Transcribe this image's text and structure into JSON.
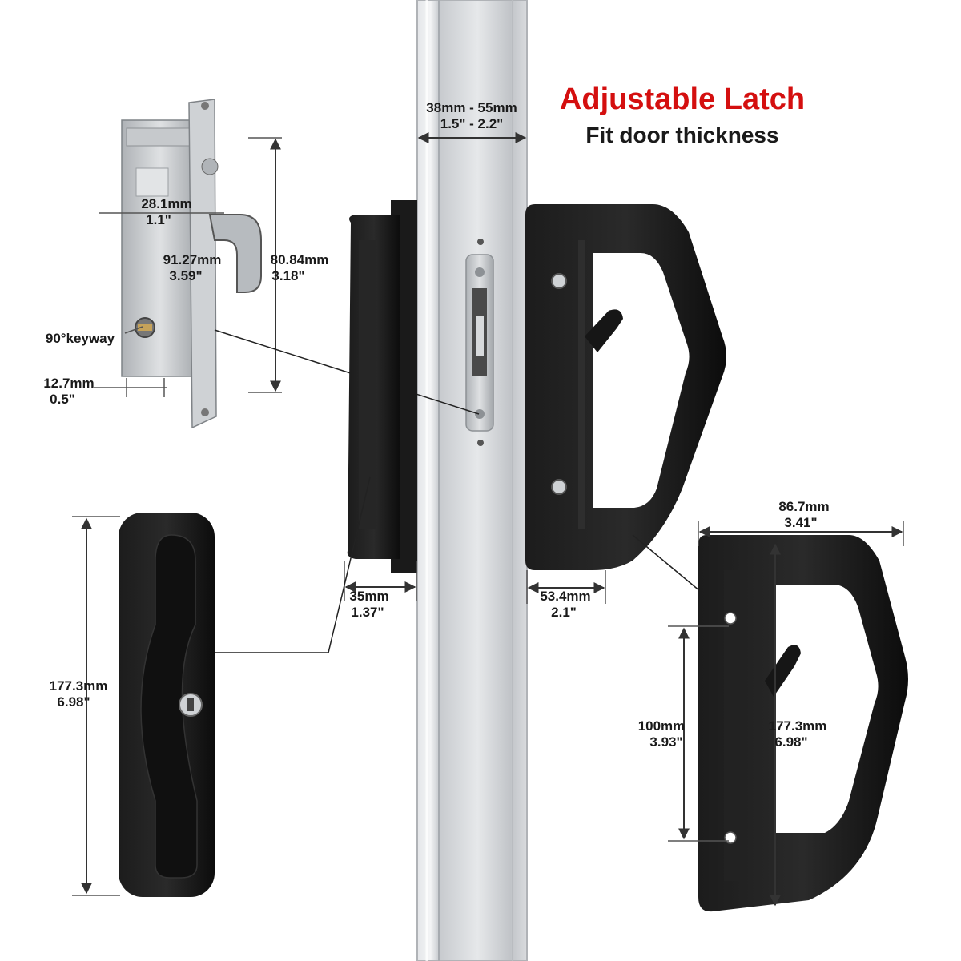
{
  "colors": {
    "background": "#ffffff",
    "title_red": "#d40f0f",
    "text": "#1a1a1a",
    "handle_black": "#141414",
    "door_silver": "#c9ccd1",
    "latch_metal": "#b8bcc0"
  },
  "header": {
    "title": "Adjustable Latch",
    "subtitle": "Fit door thickness"
  },
  "door": {
    "thickness_mm": "38mm - 55mm",
    "thickness_in": "1.5\" - 2.2\""
  },
  "mortise_latch": {
    "width_mm": "28.1mm",
    "width_in": "1.1\"",
    "hook_mm": "91.27mm",
    "hook_in": "3.59\"",
    "height_mm": "80.84mm",
    "height_in": "3.18\"",
    "keyway": "90°keyway",
    "backset_mm": "12.7mm",
    "backset_in": "0.5\""
  },
  "inside_pull": {
    "projection_mm": "35mm",
    "projection_in": "1.37\"",
    "height_mm": "177.3mm",
    "height_in": "6.98\""
  },
  "outside_handle": {
    "projection_mm": "53.4mm",
    "projection_in": "2.1\"",
    "width_mm": "86.7mm",
    "width_in": "3.41\"",
    "hole_spacing_mm": "100mm",
    "hole_spacing_in": "3.93\"",
    "height_mm": "177.3mm",
    "height_in": "6.98\""
  }
}
